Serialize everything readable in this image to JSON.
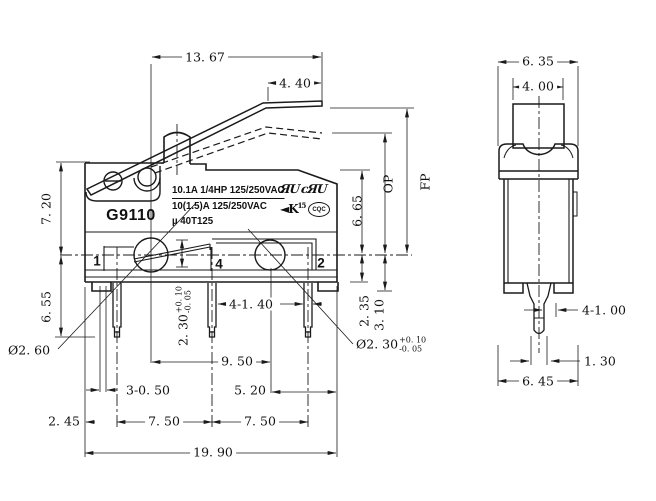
{
  "part_label": "G9110",
  "ratings": {
    "line1": "10.1A 1/4HP 125/250VAC",
    "line2": "10(1.5)A 125/250VAC",
    "line3": "µ 40T125"
  },
  "cert_marks": {
    "ul_recognized": "ЯU",
    "c_ul_recognized": "cЯU",
    "k_mark": "◄K",
    "k_mark_number": "15",
    "cqc_mark": "CQC"
  },
  "terminal_numbers": {
    "t1": "1",
    "t4": "4",
    "t2": "2"
  },
  "front_view": {
    "dims": {
      "lever_length": "13. 67",
      "lever_tip": "4. 40",
      "body_top_to_centerline": "7. 20",
      "centerline_to_pin_tip": "6. 55",
      "hole1_dia": "Ø2. 60",
      "gap_value": "2. 30",
      "gap_tol_plus": "+0. 10",
      "gap_tol_minus": "-0. 05",
      "pin_width": "4-1. 40",
      "hole_spacing": "9. 50",
      "slot_width": "3-0. 50",
      "hole2_to_edge": "5. 20",
      "edge_to_pin1": "2. 45",
      "pin_pitch_a": "7. 50",
      "pin_pitch_b": "7. 50",
      "body_width": "19. 90",
      "top_right_to_centerline": "6. 65",
      "centerline_to_bottom": "2. 35",
      "centerline_to_foot": "3. 10",
      "op_label": "OP",
      "fp_label": "FP",
      "hole2_dia": "Ø2. 30",
      "hole2_tol_plus": "+0. 10",
      "hole2_tol_minus": "-0. 05"
    }
  },
  "side_view": {
    "dims": {
      "bezel_width": "6. 35",
      "lever_width": "4. 00",
      "pin_thickness": "4-1. 00",
      "pin_tip_width": "1. 30",
      "base_width": "6. 45"
    }
  }
}
